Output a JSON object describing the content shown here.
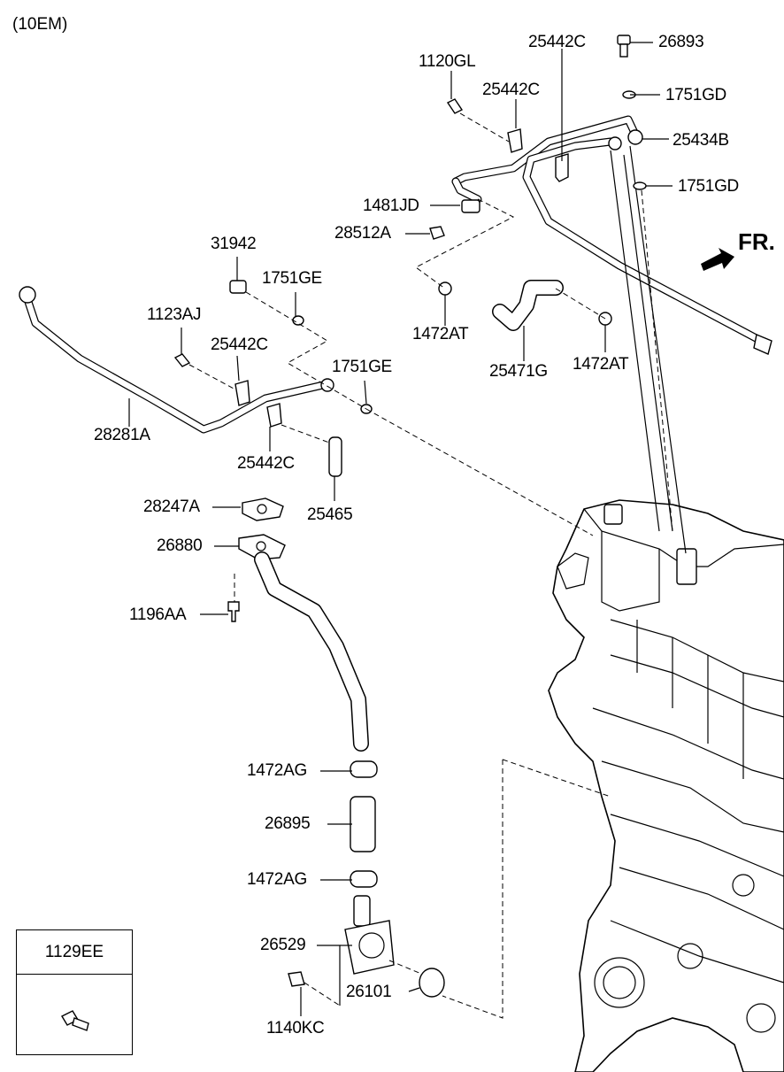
{
  "header": "(10EM)",
  "direction_label": "FR.",
  "legend": {
    "code": "1129EE",
    "icon": "bolt-icon"
  },
  "labels": {
    "p26893": "26893",
    "p25442c_top": "25442C",
    "p1120gl": "1120GL",
    "p25442c_mid": "25442C",
    "p1751gd_a": "1751GD",
    "p25434b": "25434B",
    "p1751gd_b": "1751GD",
    "p1481jd": "1481JD",
    "p28512a": "28512A",
    "p31942": "31942",
    "p1751ge_a": "1751GE",
    "p1123aj": "1123AJ",
    "p25442c_left": "25442C",
    "p1472at_left": "1472AT",
    "p1472at_right": "1472AT",
    "p25471g": "25471G",
    "p1751ge_b": "1751GE",
    "p28281a": "28281A",
    "p25442c_low": "25442C",
    "p25465": "25465",
    "p28247a": "28247A",
    "p26880": "26880",
    "p1196aa": "1196AA",
    "p1472ag_top": "1472AG",
    "p26895": "26895",
    "p1472ag_bot": "1472AG",
    "p26529": "26529",
    "p26101": "26101",
    "p1140kc": "1140KC"
  }
}
